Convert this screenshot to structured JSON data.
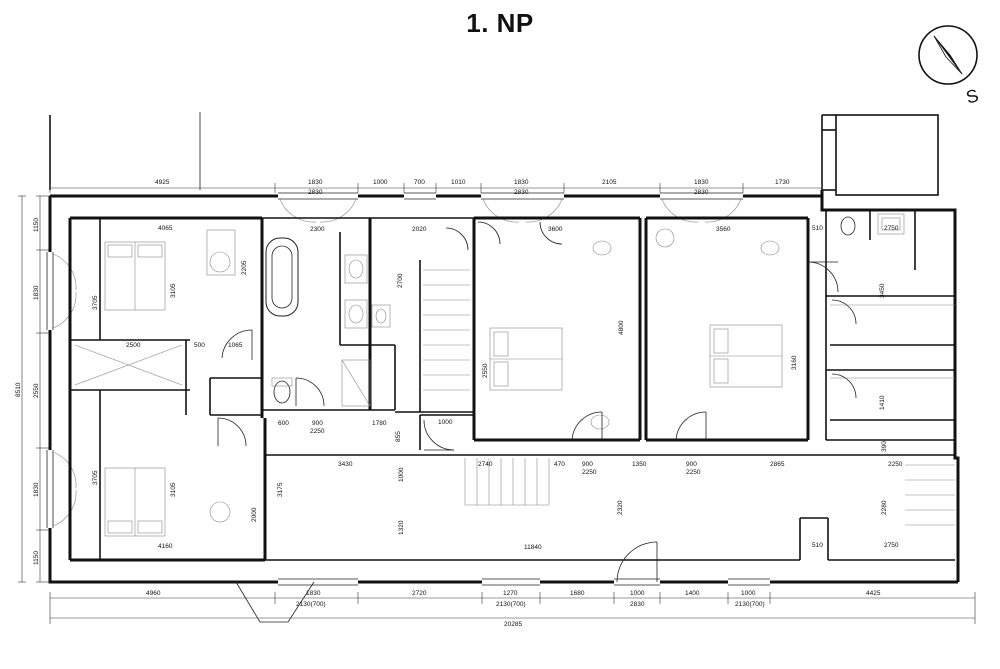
{
  "title": "1. NP",
  "compass": {
    "label": "S"
  },
  "dims_top_outer": [
    "4925",
    "1830",
    "1000",
    "700",
    "1010",
    "1830",
    "2105",
    "1830",
    "1730"
  ],
  "dims_top_sub": [
    "2830",
    "2830",
    "2830"
  ],
  "dims_bottom": [
    "4960",
    "1830",
    "2720",
    "1270",
    "1680",
    "1000",
    "1400",
    "1000",
    "4425"
  ],
  "dims_bottom_sub": [
    "2130(700)",
    "2130(700)",
    "2830",
    "2130(700)"
  ],
  "dim_total": "20285",
  "dims_left": [
    "1150",
    "1830",
    "8510",
    "2550",
    "1830",
    "1150"
  ],
  "dims_interior": {
    "room_tl_width": "4065",
    "room_tl_h1": "2205",
    "room_tl_h2": "3105",
    "room_tl_h3": "3705",
    "bath_w": "2300",
    "hall_w": "2020",
    "stair_h": "2700",
    "room_c_w": "3600",
    "room_c_h": "4800",
    "room_c_h2": "2550",
    "room_r_w": "3560",
    "room_r_h": "3160",
    "wc_w": "2750",
    "wc_dim": "510",
    "room_rr_h": "3450",
    "room_rr_h2": "1410",
    "corr_2500": "2500",
    "corr_500": "500",
    "corr_1065": "1065",
    "d_600": "600",
    "d_900": "900",
    "d_2250": "2250",
    "d_1780": "1780",
    "d_1000": "1000",
    "d_855": "855",
    "d_3430": "3430",
    "d_3175": "3175",
    "d_2740": "2740",
    "d_470": "470",
    "d_1350": "1350",
    "d_2865": "2865",
    "d_2320": "2320",
    "d_11840": "11840",
    "d_1320": "1320",
    "d_2280": "2280",
    "room_bl_h": "3105",
    "room_bl_h2": "3705",
    "room_bl_w": "4160",
    "room_bl_h3": "2000",
    "d_390": "390",
    "d_510b": "510",
    "d_2750b": "2750",
    "d_1830a": "1830",
    "d_2250c": "2250"
  }
}
